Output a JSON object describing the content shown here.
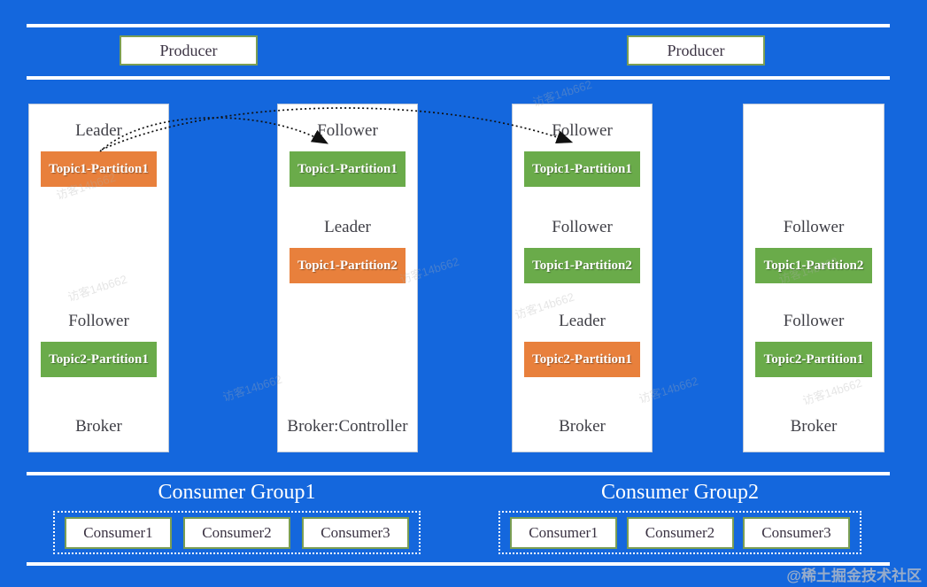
{
  "diagram": {
    "background_color": "#1467dd",
    "watermark_user": "访客14b662",
    "watermark_site": "@稀土掘金技术社区"
  },
  "colors": {
    "leader_partition": "#e8803c",
    "follower_partition": "#6aab4a",
    "box_border_green": "#7b9e53",
    "divider": "#ffffff",
    "arrow": "#111111"
  },
  "producers": [
    {
      "label": "Producer"
    },
    {
      "label": "Producer"
    }
  ],
  "brokers": [
    {
      "footer": "Broker",
      "slots": [
        {
          "role": "Leader",
          "partition": "Topic1-Partition1",
          "type": "leader"
        },
        {
          "role": "Follower",
          "partition": "Topic2-Partition1",
          "type": "follower"
        }
      ]
    },
    {
      "footer": "Broker:Controller",
      "slots": [
        {
          "role": "Follower",
          "partition": "Topic1-Partition1",
          "type": "follower"
        },
        {
          "role": "Leader",
          "partition": "Topic1-Partition2",
          "type": "leader"
        }
      ]
    },
    {
      "footer": "Broker",
      "slots": [
        {
          "role": "Follower",
          "partition": "Topic1-Partition1",
          "type": "follower"
        },
        {
          "role": "Follower",
          "partition": "Topic1-Partition2",
          "type": "follower"
        },
        {
          "role": "Leader",
          "partition": "Topic2-Partition1",
          "type": "leader"
        }
      ]
    },
    {
      "footer": "Broker",
      "slots": [
        {
          "role": "Follower",
          "partition": "Topic1-Partition2",
          "type": "follower"
        },
        {
          "role": "Follower",
          "partition": "Topic2-Partition1",
          "type": "follower"
        }
      ]
    }
  ],
  "consumer_groups": [
    {
      "title": "Consumer Group1",
      "consumers": [
        "Consumer1",
        "Consumer2",
        "Consumer3"
      ]
    },
    {
      "title": "Consumer Group2",
      "consumers": [
        "Consumer1",
        "Consumer2",
        "Consumer3"
      ]
    }
  ]
}
